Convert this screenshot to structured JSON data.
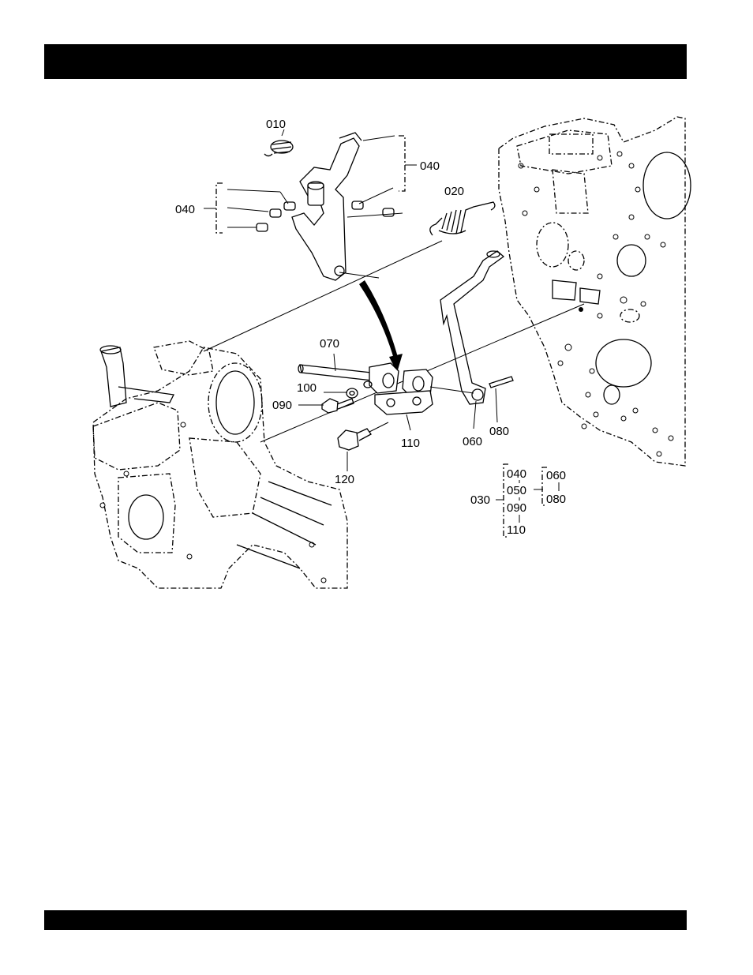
{
  "diagram": {
    "part_labels": {
      "p010": "010",
      "p020": "020",
      "p040_right": "040",
      "p040_left": "040",
      "p070": "070",
      "p100": "100",
      "p090": "090",
      "p110": "110",
      "p060": "060",
      "p080": "080",
      "p120": "120"
    },
    "assembly_key": {
      "root": "030",
      "group_a": [
        "040",
        "050",
        "090",
        "110"
      ],
      "group_b": [
        "060",
        "080"
      ]
    }
  }
}
